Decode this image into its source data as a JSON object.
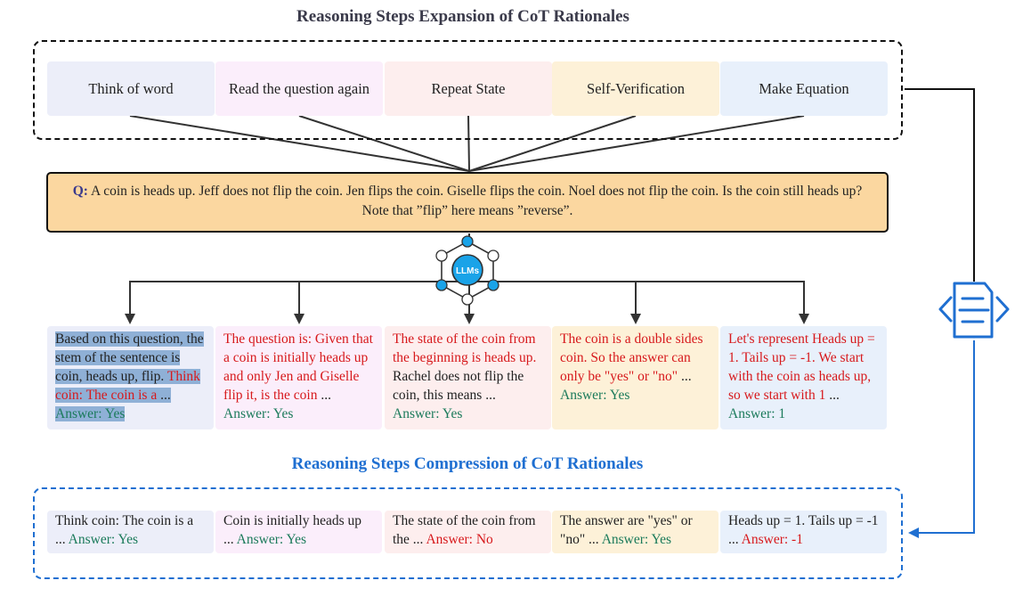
{
  "titles": {
    "expansion": "Reasoning Steps Expansion of CoT Rationales",
    "compression": "Reasoning Steps Compression of CoT Rationales"
  },
  "methods": [
    "Think of word",
    "Read the question again",
    "Repeat State",
    "Self-Verification",
    "Make Equation"
  ],
  "question": {
    "label": "Q:",
    "text": "A coin is heads up. Jeff does not flip the coin. Jen flips the coin. Giselle flips the coin. Noel does not flip the coin. Is the coin still heads up? Note that ”flip” here means ”reverse”."
  },
  "llm_node": {
    "label": "LLMs"
  },
  "rationales": [
    {
      "highlight": "Based on this question, the stem of the sentence is coin, heads up, flip.",
      "red": "Think coin: The coin is a",
      "dots": " ... ",
      "answer": "Answer: Yes"
    },
    {
      "red": "The question is: Given that a coin is initially heads up and only Jen and Giselle flip it, is the coin",
      "dots": " ... ",
      "answer": "Answer: Yes"
    },
    {
      "red": "The state of the coin from the beginning is heads up.",
      "plain": " Rachel does not flip the coin, this means",
      "dots": " ... ",
      "answer": "Answer: Yes"
    },
    {
      "red": "The coin is a double sides coin. So the answer can only be \"yes\" or \"no\"",
      "dots": " ... ",
      "answer": "Answer: Yes"
    },
    {
      "red": "Let's represent Heads up = 1. Tails up = -1. We start with the coin as heads up, so we start with 1",
      "dots": " ... ",
      "answer": "Answer: 1"
    }
  ],
  "compressed": [
    {
      "text": "Think coin: The coin is a ... ",
      "answer": "Answer: Yes",
      "answer_color": "green"
    },
    {
      "text": "Coin is initially heads up ... ",
      "answer": "Answer: Yes",
      "answer_color": "green"
    },
    {
      "text": "The state of the coin from the ... ",
      "answer": "Answer: No",
      "answer_color": "red"
    },
    {
      "text": "The answer are \"yes\" or \"no\" ... ",
      "answer": "Answer: Yes",
      "answer_color": "green"
    },
    {
      "text": "Heads up = 1. Tails up = -1 ... ",
      "answer": "Answer: -1",
      "answer_color": "red"
    }
  ],
  "icons": {
    "llm": "llm-network-icon",
    "compress": "compress-code-icon"
  },
  "colors": {
    "accent_blue": "#1f6fd1",
    "question_bg": "#fbd7a0",
    "red": "#d7191c",
    "green": "#1a7a5a",
    "llm_node": "#1aa3e8"
  }
}
